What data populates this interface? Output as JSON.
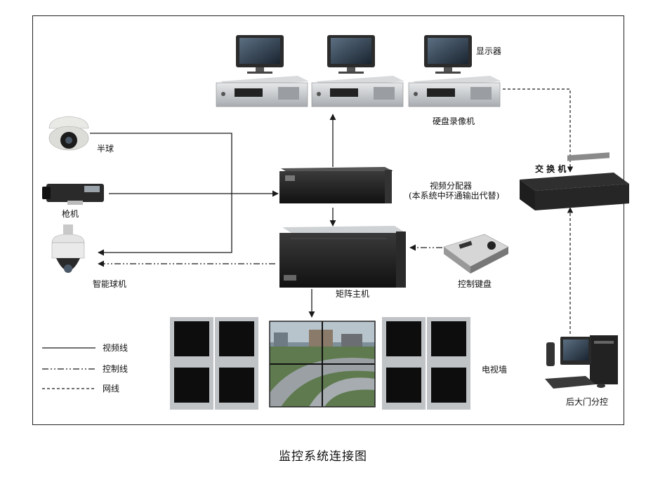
{
  "title": "监控系统连接图",
  "labels": {
    "monitor": "显示器",
    "dvr": "硬盘录像机",
    "half_dome": "半球",
    "bullet_camera": "枪机",
    "speed_dome": "智能球机",
    "distributor_line1": "视频分配器",
    "distributor_line2": "(本系统中环通输出代替)",
    "matrix_host": "矩阵主机",
    "control_keyboard": "控制键盘",
    "switch": "交 换 机",
    "tv_wall": "电视墙",
    "gate_control": "后大门分控"
  },
  "legend": [
    {
      "label": "视频线",
      "style": "solid"
    },
    {
      "label": "控制线",
      "style": "dash-dot"
    },
    {
      "label": "网线",
      "style": "dashed"
    }
  ],
  "colors": {
    "line": "#1a1a1a",
    "device_dark": "#222222",
    "device_silver": "#c9ccd0",
    "screen": "#0d0d0d",
    "monitor_bezel": "#b9bcc0"
  }
}
